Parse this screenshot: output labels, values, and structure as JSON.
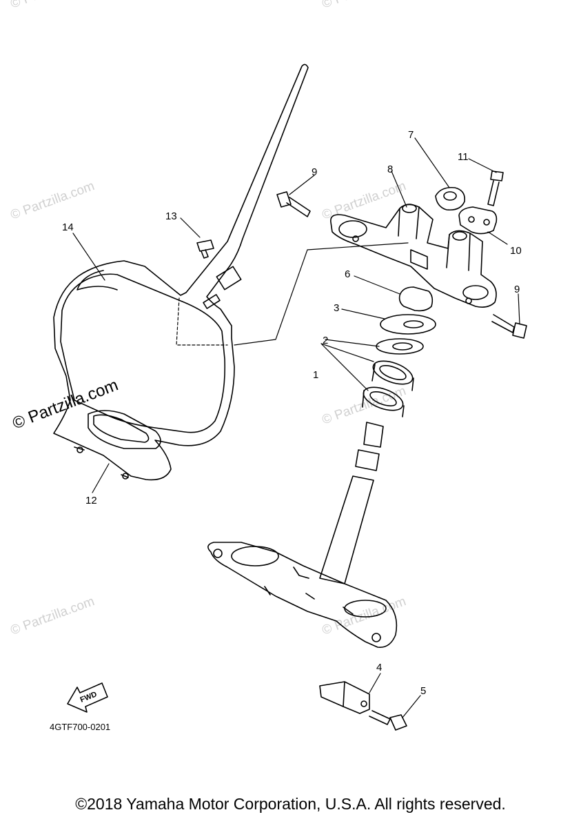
{
  "callouts": {
    "c1": "1",
    "c2": "2",
    "c3": "3",
    "c4": "4",
    "c5": "5",
    "c6": "6",
    "c7": "7",
    "c8": "8",
    "c9a": "9",
    "c9b": "9",
    "c10": "10",
    "c11": "11",
    "c12": "12",
    "c13": "13",
    "c14": "14"
  },
  "watermark": "© Partzilla.com",
  "fwd_label": "FWD",
  "diagram_code": "4GTF700-0201",
  "copyright": "©2018 Yamaha Motor Corporation, U.S.A. All rights reserved."
}
